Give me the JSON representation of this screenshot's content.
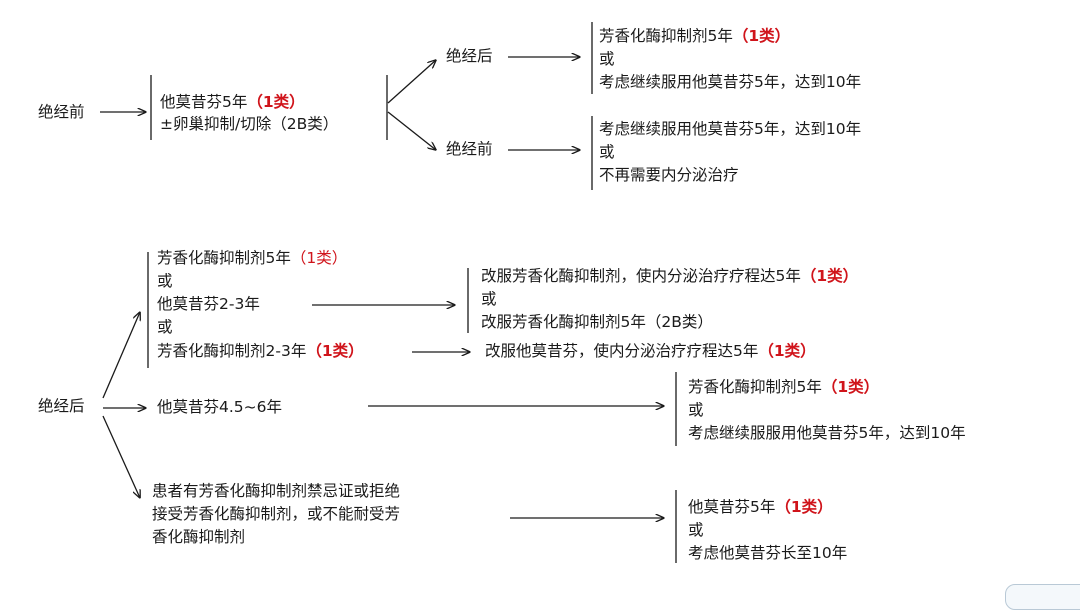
{
  "top": {
    "start": "绝经前",
    "tam_line1": "他莫昔芬5年",
    "cat1": "（1类）",
    "tam_line2": "±卵巢抑制/切除（2B类）",
    "post": "绝经后",
    "pre": "绝经前",
    "post_outcome": {
      "line1": "芳香化酶抑制剂5年",
      "cat": "（1类）",
      "or": "或",
      "line3": "考虑继续服用他莫昔芬5年，达到10年"
    },
    "pre_outcome": {
      "line1": "考虑继续服用他莫昔芬5年，达到10年",
      "or": "或",
      "line3": "不再需要内分泌治疗"
    }
  },
  "bottom": {
    "start": "绝经后",
    "group1": {
      "ai5": "芳香化酶抑制剂5年",
      "ai5_cat": "（1类）",
      "or1": "或",
      "tam23": "他莫昔芬2-3年",
      "or2": "或",
      "ai23": "芳香化酶抑制剂2-3年",
      "ai23_cat": "（1类）"
    },
    "tam_switch_outcome": {
      "line1": "改服芳香化酶抑制剂，使内分泌治疗疗程达5年",
      "cat": "（1类）",
      "or": "或",
      "line3": "改服芳香化酶抑制剂5年（2B类）"
    },
    "ai_switch_outcome": {
      "line1": "改服他莫昔芬，使内分泌治疗疗程达5年",
      "cat": "（1类）"
    },
    "tam456": "他莫昔芬4.5~6年",
    "tam456_outcome": {
      "line1": "芳香化酶抑制剂5年",
      "cat": "（1类）",
      "or": "或",
      "line3": "考虑继续服服用他莫昔芬5年，达到10年"
    },
    "contra": {
      "line1": "患者有芳香化酶抑制剂禁忌证或拒绝",
      "line2": "接受芳香化酶抑制剂，或不能耐受芳",
      "line3": "香化酶抑制剂"
    },
    "contra_outcome": {
      "line1": "他莫昔芬5年",
      "cat": "（1类）",
      "or": "或",
      "line3": "考虑他莫昔芬长至10年"
    }
  },
  "colors": {
    "text": "#1a1a1a",
    "category_red": "#d0141b",
    "line": "#1a1a1a"
  }
}
